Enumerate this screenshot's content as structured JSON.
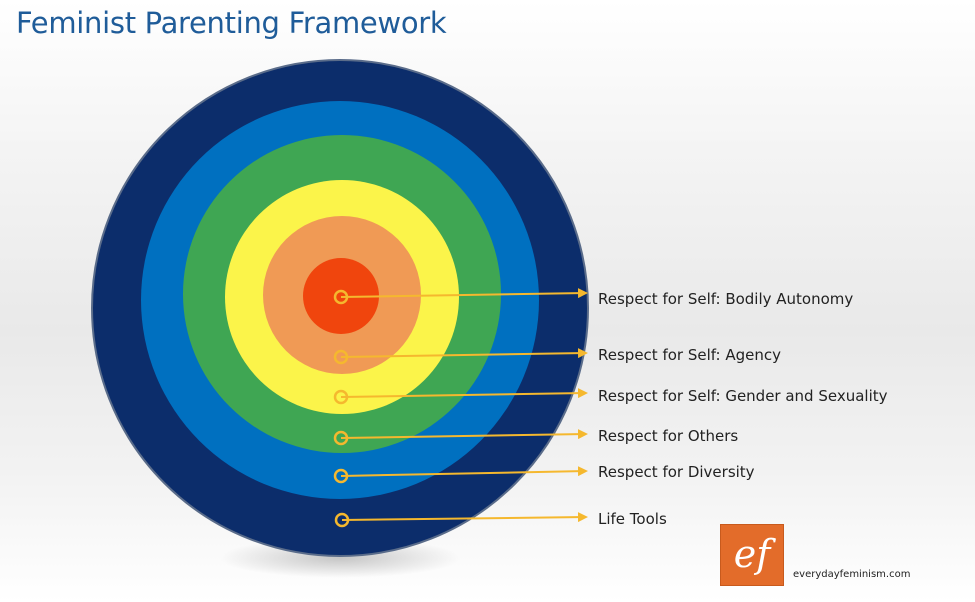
{
  "title": "Feminist Parenting Framework",
  "rings": [
    {
      "name": "Life Tools",
      "color": "#0c2d6b"
    },
    {
      "name": "Respect for Diversity",
      "color": "#0070c0"
    },
    {
      "name": "Respect for Others",
      "color": "#3fa653"
    },
    {
      "name": "Respect for Self: Gender and Sexuality",
      "color": "#fbf44a"
    },
    {
      "name": "Respect for Self: Agency",
      "color": "#f09a55"
    },
    {
      "name": "Respect for Self: Bodily Autonomy",
      "color": "#f0450d"
    }
  ],
  "labels": [
    "Respect for Self: Bodily Autonomy",
    "Respect for Self: Agency",
    "Respect for Self: Gender and Sexuality",
    "Respect for Others",
    "Respect for Diversity",
    "Life Tools"
  ],
  "colors": {
    "arrow": "#f5b82e",
    "title": "#1f5c99"
  },
  "logo": {
    "text": "ef",
    "site": "everydayfeminism.com"
  }
}
